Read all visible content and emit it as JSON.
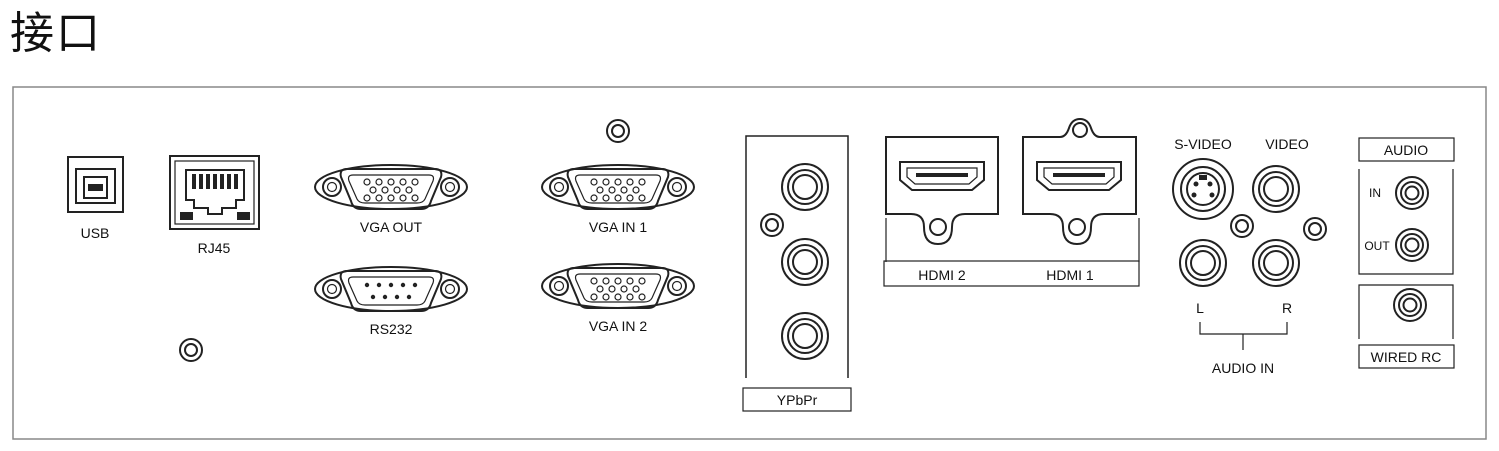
{
  "title": "接口",
  "labels": {
    "usb": "USB",
    "rj45": "RJ45",
    "vga_out": "VGA OUT",
    "rs232": "RS232",
    "vga_in_1": "VGA IN 1",
    "vga_in_2": "VGA IN 2",
    "ypbpr": "YPbPr",
    "hdmi_2": "HDMI 2",
    "hdmi_1": "HDMI 1",
    "s_video": "S-VIDEO",
    "video": "VIDEO",
    "audio_l": "L",
    "audio_r": "R",
    "audio_in": "AUDIO IN",
    "audio": "AUDIO",
    "audio_port_in": "IN",
    "audio_port_out": "OUT",
    "wired_rc": "WIRED RC"
  }
}
